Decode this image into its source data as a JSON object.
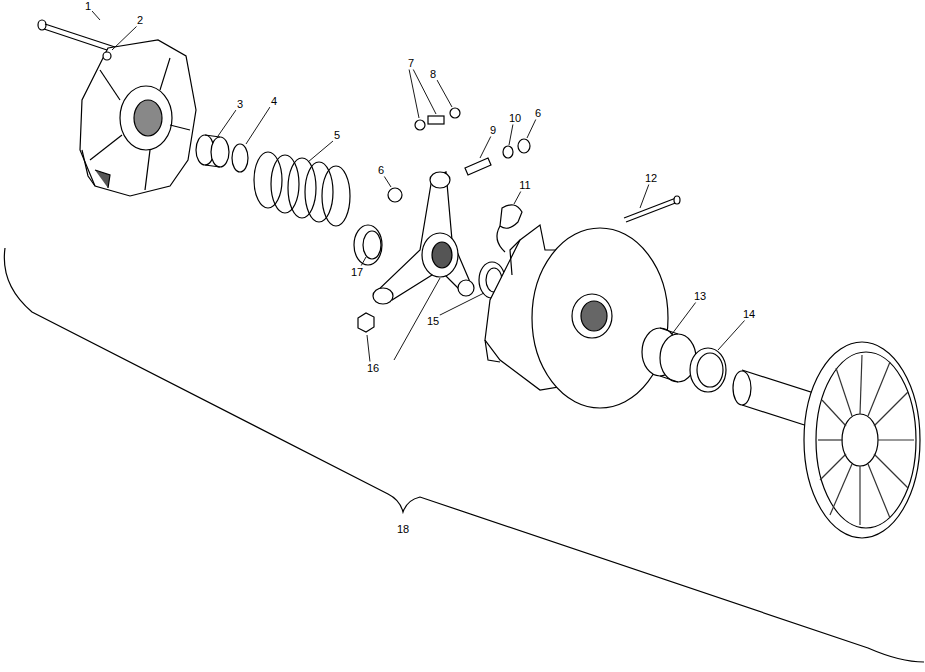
{
  "diagram": {
    "labels": [
      "1",
      "2",
      "3",
      "4",
      "5",
      "7",
      "8",
      "9",
      "10",
      "6",
      "6",
      "11",
      "12",
      "17",
      "16",
      "15",
      "13",
      "14",
      "18"
    ]
  }
}
